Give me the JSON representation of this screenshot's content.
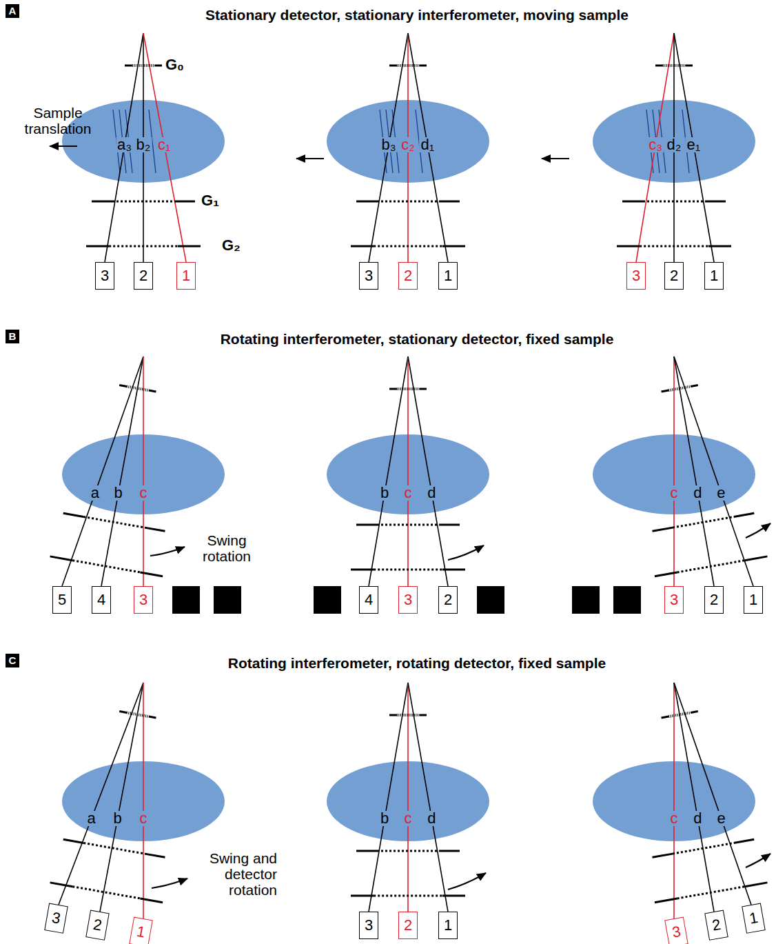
{
  "diagram": {
    "nodes": [
      {
        "text": [
          "A"
        ]
      },
      {
        "text": [
          "a₃",
          "b₂",
          "c₁"
        ]
      },
      {
        "text": [
          "3"
        ]
      },
      {
        "text": [
          "2"
        ]
      },
      {
        "text": [
          "1"
        ]
      },
      {
        "text": [
          "b₃",
          "c₂",
          "d₁"
        ]
      },
      {
        "text": [
          "3"
        ]
      },
      {
        "text": [
          "2"
        ]
      },
      {
        "text": [
          "1"
        ]
      },
      {
        "text": [
          "c₃",
          "d₂",
          "e₁"
        ]
      },
      {
        "text": [
          "3"
        ]
      },
      {
        "text": [
          "2"
        ]
      },
      {
        "text": [
          "1"
        ]
      },
      {
        "text": [
          "B"
        ]
      },
      {
        "text": [
          "a",
          "b",
          "c"
        ]
      },
      {
        "text": [
          "5"
        ]
      },
      {
        "text": [
          "4"
        ]
      },
      {
        "text": [
          "3"
        ]
      },
      {
        "text": [
          "b",
          "c",
          "d"
        ]
      },
      {
        "text": [
          "4"
        ]
      },
      {
        "text": [
          "3"
        ]
      },
      {
        "text": [
          "2"
        ]
      },
      {
        "text": [
          "c",
          "d",
          "e"
        ]
      },
      {
        "text": [
          "3"
        ]
      },
      {
        "text": [
          "2"
        ]
      },
      {
        "text": [
          "1"
        ]
      },
      {
        "text": [
          "C"
        ]
      },
      {
        "text": [
          "a",
          "b",
          "c"
        ]
      },
      {
        "text": [
          "3"
        ]
      },
      {
        "text": [
          "2"
        ]
      },
      {
        "text": [
          "1"
        ]
      },
      {
        "text": [
          "b",
          "c",
          "d"
        ]
      },
      {
        "text": [
          "3"
        ]
      },
      {
        "text": [
          "2"
        ]
      },
      {
        "text": [
          "1"
        ]
      },
      {
        "text": [
          "c",
          "d",
          "e"
        ]
      },
      {
        "text": [
          "3"
        ]
      },
      {
        "text": [
          "2"
        ]
      },
      {
        "text": [
          "1"
        ]
      }
    ],
    "labels": [
      "Stationary detector, stationary interferometer, moving sample",
      "G₀",
      "G₁",
      "G₂",
      "Sample translation",
      "Rotating interferometer, stationary detector, fixed sample",
      "Swing rotation",
      "Rotating interferometer, rotating detector, fixed sample",
      "Swing and detector rotation"
    ]
  }
}
